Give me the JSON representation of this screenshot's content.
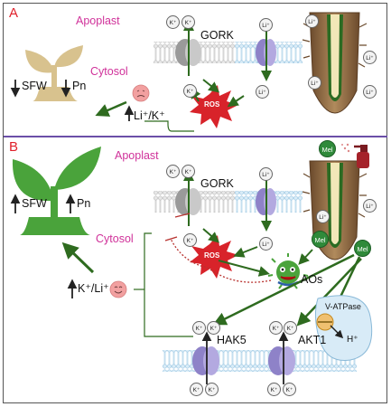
{
  "panel_a": {
    "letter": "A",
    "apoplast": "Apoplast",
    "cytosol": "Cytosol",
    "channel": "GORK",
    "ros": "ROS",
    "sfw": "SFW",
    "pn": "Pn",
    "ratio": "Li⁺/K⁺",
    "k_ion": "K⁺",
    "li_ion": "Li⁺"
  },
  "panel_b": {
    "letter": "B",
    "apoplast": "Apoplast",
    "cytosol": "Cytosol",
    "channel": "GORK",
    "ros": "ROS",
    "aos": "AOs",
    "mel": "Mel",
    "sfw": "SFW",
    "pn": "Pn",
    "ratio": "K⁺/Li⁺",
    "hak5": "HAK5",
    "akt1": "AKT1",
    "vatpase": "V-ATPase",
    "proton": "H⁺",
    "k_ion": "K⁺",
    "li_ion": "Li⁺"
  },
  "colors": {
    "panel_letter": "#e0202a",
    "compartment_label": "#d0329a",
    "arrow_green": "#2e6b1f",
    "ros_red": "#d8232a",
    "divider": "#6b4fa8"
  }
}
